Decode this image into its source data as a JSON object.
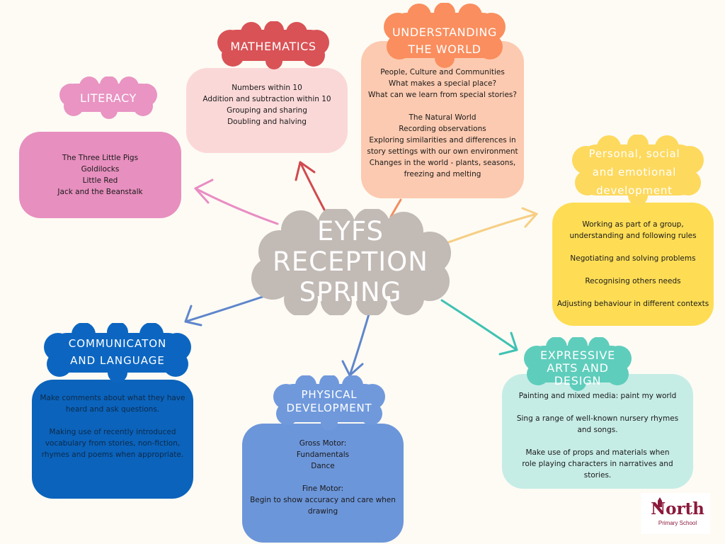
{
  "center": {
    "lines": [
      "EYFS",
      "RECEPTION",
      "SPRING"
    ]
  },
  "literacy": {
    "title": "LITERACY",
    "items": [
      "The Three Little Pigs",
      "Goldilocks",
      "Little Red",
      "Jack and the Beanstalk"
    ]
  },
  "mathematics": {
    "title": "MATHEMATICS",
    "items": [
      "Numbers within 10",
      "Addition and subtraction within 10",
      "Grouping and sharing",
      "Doubling and halving"
    ]
  },
  "understanding": {
    "title_lines": [
      "UNDERSTANDING",
      "THE WORLD"
    ],
    "items": [
      "People, Culture and Communities",
      "What makes a special place?",
      "What can we learn from special stories?",
      "",
      "The Natural World",
      "Recording observations",
      "Exploring similarities and differences in",
      "story settings with our own environment",
      "Changes in the world - plants, seasons,",
      "freezing and melting"
    ]
  },
  "psed": {
    "title_lines": [
      "Personal, social",
      "and emotional",
      "development"
    ],
    "items": [
      "Working as part of a group,",
      "understanding and following rules",
      "",
      "Negotiating and solving problems",
      "",
      "Recognising others needs",
      "",
      "Adjusting behaviour in different contexts"
    ]
  },
  "communication": {
    "title_lines": [
      "COMMUNICATON",
      "AND LANGUAGE"
    ],
    "items": [
      "Make comments about what they have",
      "heard and ask questions.",
      "",
      "Making use of recently introduced",
      "vocabulary from stories, non-fiction,",
      "rhymes and poems when appropriate."
    ]
  },
  "physical": {
    "title_lines": [
      "PHYSICAL",
      "DEVELOPMENT"
    ],
    "items": [
      "Gross Motor:",
      "Fundamentals",
      "Dance",
      "",
      "Fine Motor:",
      "Begin to show accuracy and care when",
      "drawing"
    ]
  },
  "expressive": {
    "title_lines": [
      "EXPRESSIVE",
      "ARTS AND",
      "DESIGN"
    ],
    "items": [
      "Painting and mixed media: paint my world",
      "",
      "Sing a range of well-known nursery rhymes",
      "and songs.",
      "",
      "Make use of props and materials when",
      "role playing characters in narratives and",
      "stories."
    ]
  },
  "logo": {
    "name": "North",
    "subtitle": "Primary School"
  },
  "colors": {
    "background": "#fdfbf4",
    "center_cloud": "#c2bab5",
    "literacy_title": "#e994c3",
    "literacy_box": "#e78fbf",
    "math_title": "#d95256",
    "math_box": "#fbd8d8",
    "understanding_title": "#fa8e5e",
    "understanding_box": "#fccab0",
    "psed_title": "#fdd95e",
    "psed_box": "#fedd55",
    "comm_title": "#0c66c1",
    "comm_box": "#0b63bb",
    "physical_title": "#7099dc",
    "physical_box": "#6c96da",
    "expressive_title": "#5fcdbc",
    "expressive_box": "#c6ece6",
    "logo": "#8b1a3c"
  }
}
